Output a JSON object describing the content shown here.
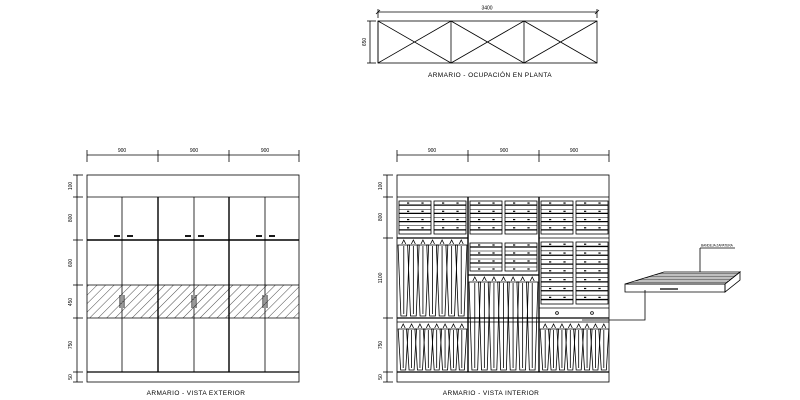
{
  "plan": {
    "caption": "ARMARIO - OCUPACIÓN EN PLANTA",
    "width_dim": "3400",
    "depth_dim": "650"
  },
  "exterior": {
    "caption": "ARMARIO - VISTA EXTERIOR",
    "top_dims": [
      "900",
      "900",
      "900"
    ],
    "left_dims": [
      "100",
      "800",
      "600",
      "450",
      "750",
      "50"
    ]
  },
  "interior": {
    "caption": "ARMARIO - VISTA INTERIOR",
    "top_dims": [
      "900",
      "900",
      "900"
    ],
    "left_dims": [
      "100",
      "800",
      "1100",
      "750",
      "50"
    ]
  },
  "tray": {
    "label": "BANDEJA ZAPATERA"
  },
  "colors": {
    "line": "#000000",
    "background": "#ffffff"
  }
}
